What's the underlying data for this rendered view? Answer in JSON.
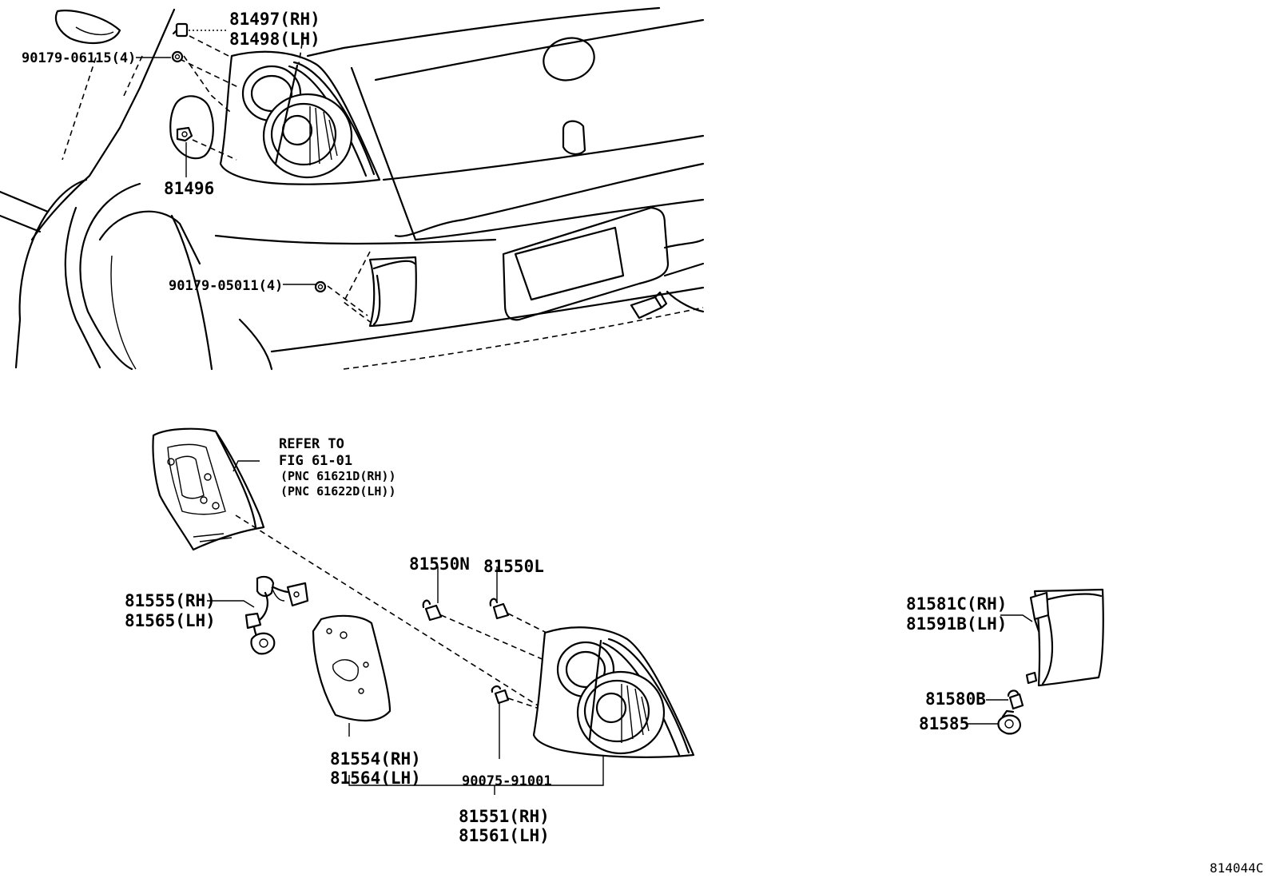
{
  "labels": {
    "p81497": "81497(RH)",
    "p81498": "81498(LH)",
    "p90179_06115": "90179-06115(4)",
    "p81496": "81496",
    "p90179_05011": "90179-05011(4)",
    "refer_to": "REFER TO",
    "fig": "FIG 61-01",
    "pnc_rh": "(PNC 61621D(RH))",
    "pnc_lh": "(PNC 61622D(LH))",
    "p81550n": "81550N",
    "p81550l": "81550L",
    "p81555": "81555(RH)",
    "p81565": "81565(LH)",
    "p81554": "81554(RH)",
    "p81564": "81564(LH)",
    "p90075": "90075-91001",
    "p81551": "81551(RH)",
    "p81561": "81561(LH)",
    "p81581c": "81581C(RH)",
    "p81591b": "81591B(LH)",
    "p81580b": "81580B",
    "p81585": "81585",
    "diagram_code": "814044C"
  }
}
